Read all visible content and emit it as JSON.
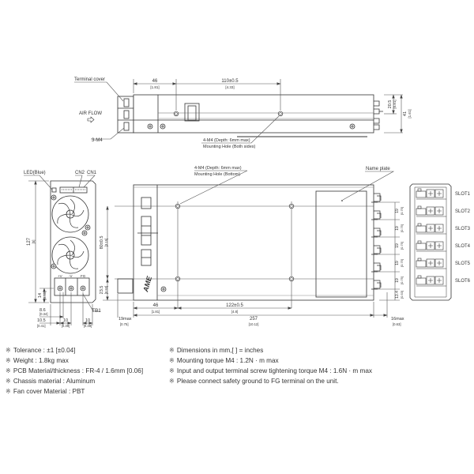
{
  "side_view": {
    "terminal_cover_label": "Terminal cover",
    "air_flow_label": "AIR FLOW",
    "screw_label": "3-M4",
    "dim_46": "46",
    "dim_46_in": "[1.81]",
    "dim_110": "110±0.5",
    "dim_110_in": "[4.33]",
    "dim_20_5": "20.5",
    "dim_20_5_in": "[0.81]",
    "dim_41": "41",
    "dim_41_in": "[1.61]",
    "mount_hole_line1": "4-M4 (Depth: 6mm max)",
    "mount_hole_line2": "Mounting Hole (Both sides)"
  },
  "front_view": {
    "led_label": "LED(Blue)",
    "cn2_label": "CN2",
    "cn1_label": "CN1",
    "tb1_label": "TB1",
    "dim_127": "127",
    "dim_127_in": "[5]",
    "dim_14": "14",
    "dim_14_in": "[0.55]",
    "dim_8_6": "8.6",
    "dim_8_6_in": "[0.34]",
    "dim_10_5": "10.5",
    "dim_10_5_in": "[0.41]",
    "dim_10a": "10",
    "dim_10a_in": "[0.39]",
    "dim_10b": "10",
    "dim_10b_in": "[0.39]",
    "terminal_marks": [
      "+V",
      "-V",
      "FG"
    ]
  },
  "top_view": {
    "mount_hole_line1": "4-M4 (Depth: 6mm max)",
    "mount_hole_line2": "Mounting Hole (Bottom)",
    "name_plate_label": "Name plate",
    "logo": "AME",
    "dim_80": "80±0.5",
    "dim_80_in": "[3.15]",
    "dim_23_5": "23.5",
    "dim_23_5_in": "[0.93]",
    "dim_46": "46",
    "dim_46_in": "[1.81]",
    "dim_122": "122±0.5",
    "dim_122_in": "[4.8]",
    "dim_19max": "19max",
    "dim_19max_in": "[0.75]",
    "dim_257": "257",
    "dim_257_in": "[10.12]",
    "dim_16max": "16max",
    "dim_16max_in": "[0.63]",
    "slot_pitch": "19",
    "slot_pitch_in": "[0.75]",
    "dim_13_4": "13.4",
    "dim_13_4_in": "[0.53]"
  },
  "rear_view": {
    "slots": [
      "SLOT1",
      "SLOT2",
      "SLOT3",
      "SLOT4",
      "SLOT5",
      "SLOT6"
    ]
  },
  "notes": {
    "mark": "※",
    "left": [
      "Tolerance : ±1 [±0.04]",
      "Weight : 1.8kg max",
      "PCB Material/thickness : FR-4 / 1.6mm [0.06]",
      "Chassis material : Aluminum",
      "Fan cover Material : PBT"
    ],
    "right": [
      "Dimensions in mm,[   ] = inches",
      "Mounting torque M4 : 1.2N · m max",
      "Input and output terminal screw tightening torque M4 : 1.6N · m max",
      "Please connect safety ground to FG terminal on the unit."
    ]
  },
  "colors": {
    "line": "#333333",
    "dim_line": "#555555",
    "text": "#333333"
  }
}
